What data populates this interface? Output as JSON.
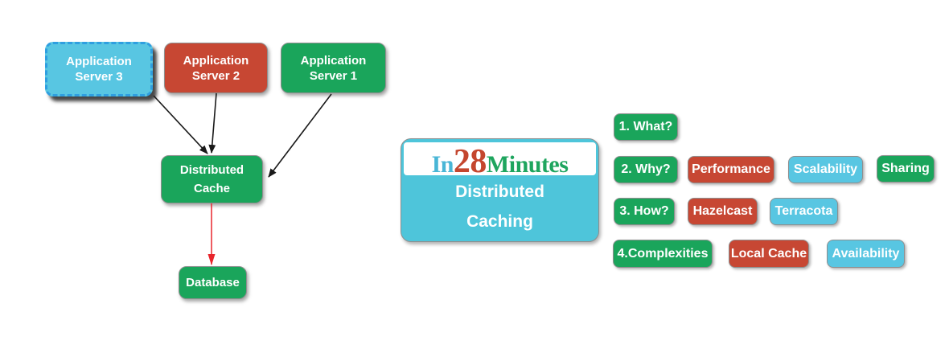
{
  "colors": {
    "green": "#1aa55b",
    "red": "#c74733",
    "cyan": "#58c6e2",
    "logo_bg": "#4ec5da",
    "logo_in": "#49b6d6",
    "logo_28": "#c4462e",
    "logo_minutes": "#1ea55e",
    "arrow_black": "#1a1a1a",
    "arrow_red": "#e8252c",
    "selected_border_blue": "#2f9fe0"
  },
  "diagram": {
    "app_server_3": {
      "line1": "Application",
      "line2": "Server 3"
    },
    "app_server_2": {
      "line1": "Application",
      "line2": "Server 2"
    },
    "app_server_1": {
      "line1": "Application",
      "line2": "Server 1"
    },
    "distributed_cache": {
      "line1": "Distributed",
      "line2": "Cache"
    },
    "database": {
      "label": "Database"
    }
  },
  "logo": {
    "brand": {
      "part1": "In",
      "part2": "28",
      "part3": "Minutes"
    },
    "title_line1": "Distributed",
    "title_line2": "Caching"
  },
  "topics": {
    "rows": [
      {
        "header": "1. What?",
        "items": []
      },
      {
        "header": "2. Why?",
        "items": [
          {
            "label": "Performance",
            "color": "red"
          },
          {
            "label": "Scalability",
            "color": "cyan"
          },
          {
            "label": "Sharing",
            "color": "green"
          }
        ]
      },
      {
        "header": "3. How?",
        "items": [
          {
            "label": "Hazelcast",
            "color": "red"
          },
          {
            "label": "Terracota",
            "color": "cyan"
          }
        ]
      },
      {
        "header": "4.Complexities",
        "items": [
          {
            "label": "Local Cache",
            "color": "red"
          },
          {
            "label": "Availability",
            "color": "cyan"
          }
        ]
      }
    ]
  }
}
